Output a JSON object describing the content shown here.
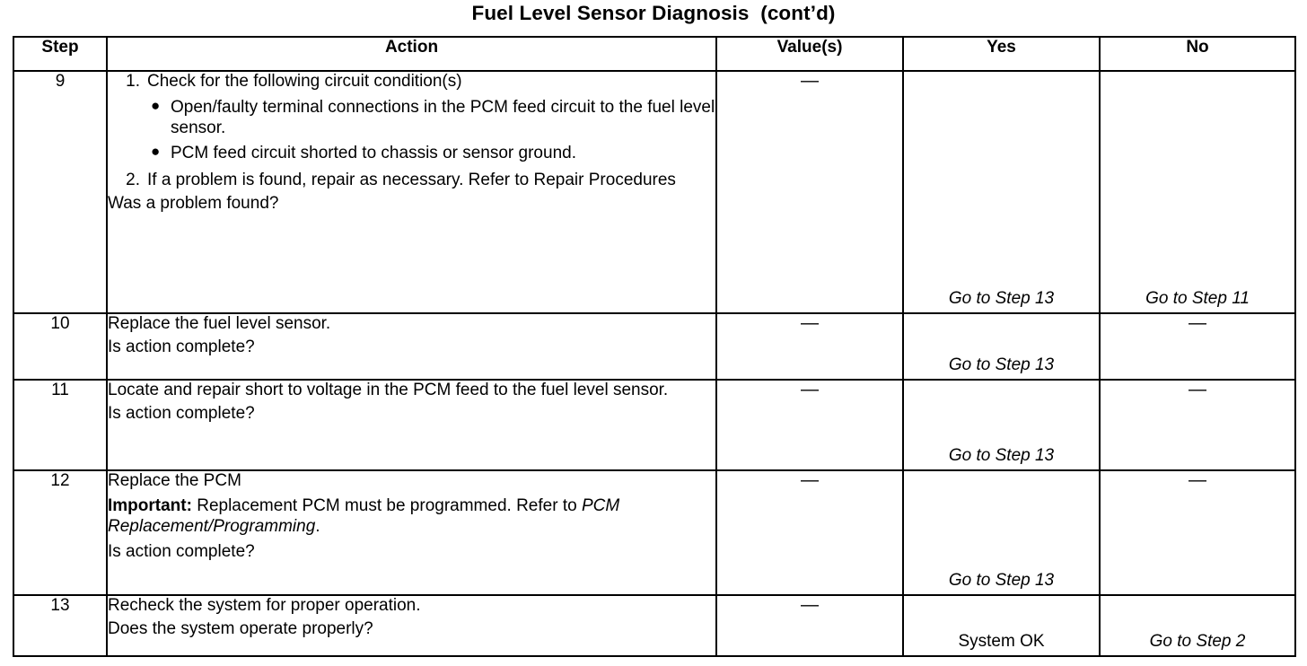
{
  "document": {
    "title": "Fuel Level Sensor Diagnosis  (cont’d)"
  },
  "table": {
    "headers": {
      "step": "Step",
      "action": "Action",
      "value": "Value(s)",
      "yes": "Yes",
      "no": "No"
    },
    "dash": "—",
    "rows": [
      {
        "step": "9",
        "action": {
          "item1_marker": "1.",
          "item1_text": "Check for the following circuit condition(s)",
          "bullet1": "Open/faulty terminal connections in the PCM feed circuit to the fuel level sensor.",
          "bullet2": "PCM feed circuit shorted to chassis or sensor ground.",
          "item2_marker": "2.",
          "item2_text": "If a problem is found, repair as necessary. Refer to Repair Procedures",
          "question": "Was a problem found?"
        },
        "value": "—",
        "yes": "Go to Step 13",
        "no": "Go to Step 11"
      },
      {
        "step": "10",
        "action": {
          "line1": "Replace the fuel level sensor.",
          "question": "Is action complete?"
        },
        "value": "—",
        "yes": "Go to Step 13",
        "no": "—"
      },
      {
        "step": "11",
        "action": {
          "line1": "Locate and repair short to voltage in the PCM feed to the fuel level sensor.",
          "question": "Is action complete?"
        },
        "value": "—",
        "yes": "Go to Step 13",
        "no": "—"
      },
      {
        "step": "12",
        "action": {
          "line1": "Replace the PCM",
          "important_label": "Important:",
          "important_text": " Replacement PCM must be programmed. Refer to ",
          "important_italic": "PCM Replacement/Programming",
          "important_tail": ".",
          "question": "Is action complete?"
        },
        "value": "—",
        "yes": "Go to Step 13",
        "no": "—"
      },
      {
        "step": "13",
        "action": {
          "line1": "Recheck the system for proper operation.",
          "question": "Does the system operate properly?"
        },
        "value": "—",
        "yes": "System OK",
        "no": "Go to Step 2"
      }
    ]
  }
}
